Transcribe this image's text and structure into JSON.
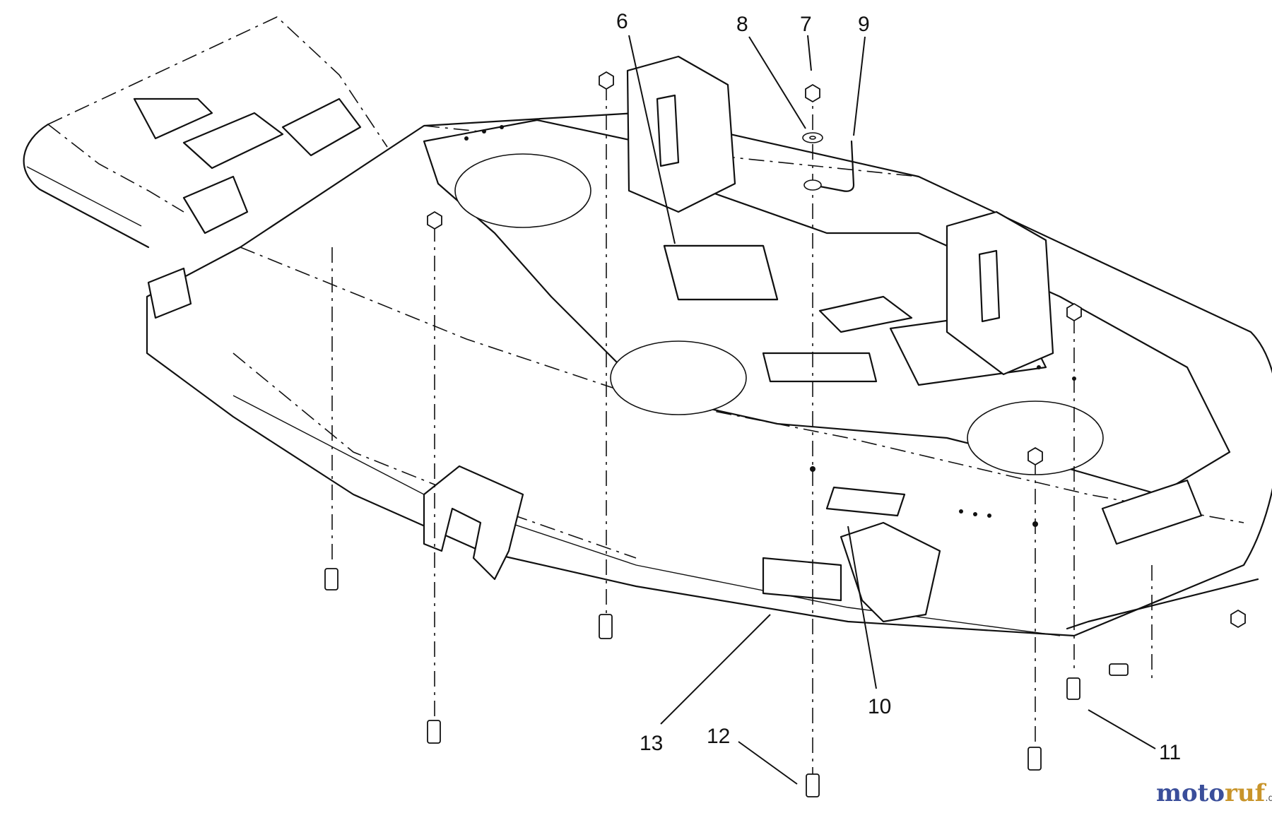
{
  "diagram": {
    "callouts": [
      {
        "id": "c6",
        "text": "6"
      },
      {
        "id": "c7",
        "text": "7"
      },
      {
        "id": "c8",
        "text": "8"
      },
      {
        "id": "c9",
        "text": "9"
      },
      {
        "id": "c10",
        "text": "10"
      },
      {
        "id": "c11",
        "text": "11"
      },
      {
        "id": "c12",
        "text": "12"
      },
      {
        "id": "c13",
        "text": "13"
      }
    ]
  },
  "watermark": {
    "part_a": "moto",
    "part_b": "ruf",
    "part_c": ".de"
  },
  "colors": {
    "line": "#111111",
    "background": "#ffffff",
    "watermark_blue": "#3a4e9a",
    "watermark_orange": "#c8942a"
  }
}
